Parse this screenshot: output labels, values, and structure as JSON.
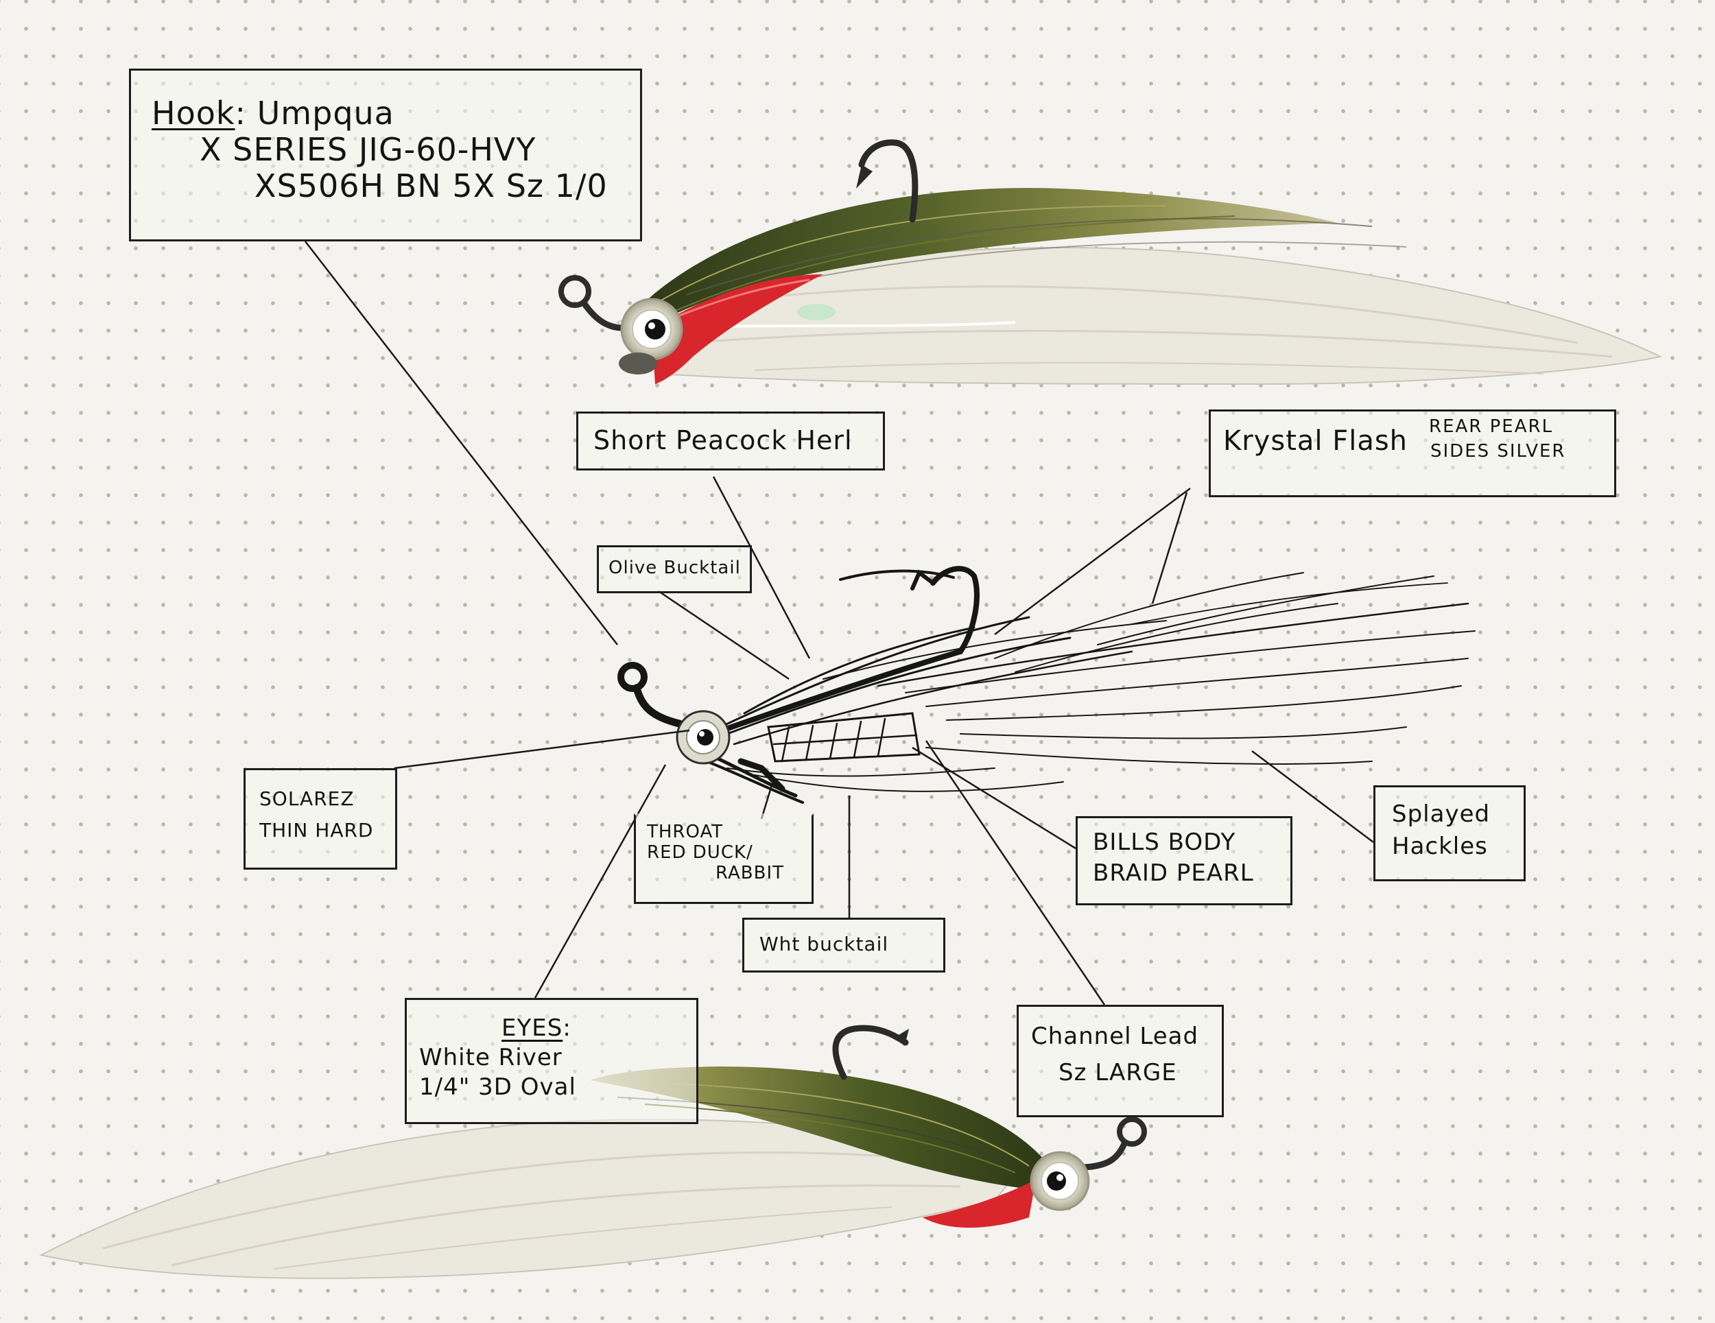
{
  "labels": {
    "hook": {
      "heading": "Hook",
      "heading_suffix": ": Umpqua",
      "line2": "X SERIES JIG-60-HVY",
      "line3": "XS506H BN 5X Sz 1/0"
    },
    "peacock": {
      "text": "Short Peacock Herl"
    },
    "krystal": {
      "main": "Krystal Flash",
      "line1": "REAR PEARL",
      "line2": "SIDES SILVER"
    },
    "olive": {
      "text": "Olive Bucktail"
    },
    "solarez": {
      "line1": "SOLAREZ",
      "line2": "THIN HARD"
    },
    "throat": {
      "line1": "THROAT",
      "line2": "RED DUCK/",
      "line3": "RABBIT"
    },
    "bills": {
      "line1": "BILLS BODY",
      "line2": "BRAID PEARL"
    },
    "splayed": {
      "line1": "Splayed",
      "line2": "Hackles"
    },
    "wht": {
      "text": "Wht bucktail"
    },
    "eyes": {
      "heading": "EYES",
      "heading_suffix": ":",
      "line2": "White River",
      "line3": "1/4\" 3D Oval"
    },
    "channel": {
      "line1": "Channel Lead",
      "line2": "Sz LARGE"
    }
  },
  "colors": {
    "ink": "#141414",
    "paper": "#f4f3ef",
    "dot_grid": "#b9b6ad",
    "bucktail_white": "#ece9e0",
    "peacock_olive": "#3b4a1f",
    "peacock_sheen": "#7e8a3a",
    "throat_red": "#d8262c",
    "eye_silver": "#d9d8c8",
    "hook_black": "#222222"
  },
  "icons": {
    "flies": [
      "streamer-fly-photo",
      "streamer-fly-sketch"
    ],
    "eyes": [
      "doll-eye-icon"
    ],
    "hooks": [
      "jig-hook-icon"
    ]
  }
}
